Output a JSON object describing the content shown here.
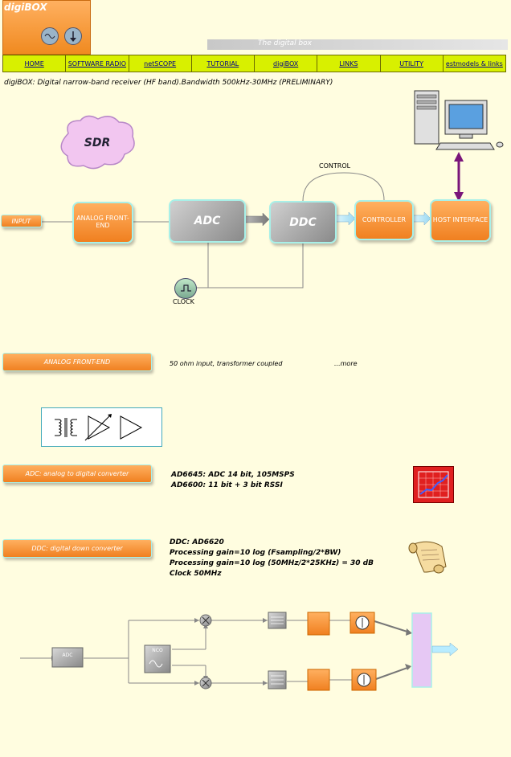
{
  "header": {
    "logo_title": "digiBOX",
    "banner": "The digital box"
  },
  "nav": [
    "HOME",
    "SOFTWARE RADIO",
    "netSCOPE",
    "TUTORIAL",
    "digiBOX",
    "LINKS",
    "UTILITY",
    "estmodels & links"
  ],
  "intro": "digiBOX: Digital narrow-band receiver (HF band).Bandwidth 500kHz-30MHz (PRELIMINARY)",
  "block_diagram": {
    "sdr": "SDR",
    "input": "INPUT",
    "analog_front_end": "ANALOG FRONT-END",
    "adc": "ADC",
    "ddc": "DDC",
    "controller": "CONTROLLER",
    "host_interface": "HOST INTERFACE",
    "control": "CONTROL",
    "clock": "CLOCK"
  },
  "sections": {
    "front_end": {
      "button": "ANALOG FRONT-END",
      "desc": "50 ohm input, transformer coupled",
      "more": "...more"
    },
    "adc": {
      "button": "ADC: analog to digital converter",
      "line1": "AD6645: ADC 14 bit, 105MSPS",
      "line2": "AD6600: 11 bit + 3 bit RSSI"
    },
    "ddc": {
      "button": "DDC: digital down converter",
      "line1": "DDC: AD6620",
      "line2": "Processing gain=10 log (Fsampling/2*BW)",
      "line3": "Processing gain=10 log (50MHz/2*25KHz) = 30 dB",
      "line4": "Clock 50MHz"
    }
  },
  "ddc_diagram": {
    "adc": "ADC",
    "nco": "NCO"
  }
}
